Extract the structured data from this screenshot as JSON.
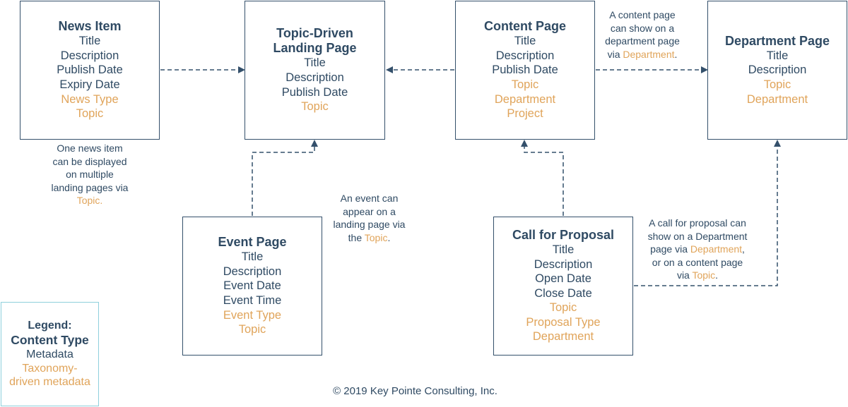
{
  "boxes": {
    "news_item": {
      "title": "News Item",
      "metadata": [
        "Title",
        "Description",
        "Publish Date",
        "Expiry Date"
      ],
      "taxonomy": [
        "News Type",
        "Topic"
      ]
    },
    "topic_landing": {
      "title_line1": "Topic-Driven",
      "title_line2": "Landing Page",
      "metadata": [
        "Title",
        "Description",
        "Publish Date"
      ],
      "taxonomy": [
        "Topic"
      ]
    },
    "content_page": {
      "title": "Content Page",
      "metadata": [
        "Title",
        "Description",
        "Publish Date"
      ],
      "taxonomy": [
        "Topic",
        "Department",
        "Project"
      ]
    },
    "department_page": {
      "title": "Department Page",
      "metadata": [
        "Title",
        "Description"
      ],
      "taxonomy": [
        "Topic",
        "Department"
      ]
    },
    "event_page": {
      "title": "Event Page",
      "metadata": [
        "Title",
        "Description",
        "Event Date",
        "Event Time"
      ],
      "taxonomy": [
        "Event Type",
        "Topic"
      ]
    },
    "call_for_proposal": {
      "title": "Call for Proposal",
      "metadata": [
        "Title",
        "Description",
        "Open Date",
        "Close Date"
      ],
      "taxonomy": [
        "Topic",
        "Proposal Type",
        "Department"
      ]
    }
  },
  "notes": {
    "news": {
      "lines": [
        "One news item",
        "can be displayed",
        "on multiple",
        "landing pages via"
      ],
      "tax": "Topic."
    },
    "event": {
      "lines": [
        "An event can",
        "appear on a",
        "landing page via"
      ],
      "prefix": "the ",
      "tax": "Topic",
      "suffix": "."
    },
    "content": {
      "lines": [
        "A content page",
        "can show on a",
        "department page"
      ],
      "prefix": "via ",
      "tax": "Department",
      "suffix": "."
    },
    "proposal": {
      "line1": "A call for proposal can",
      "line2": "show on a Department",
      "line3_prefix": "page via ",
      "line3_tax": "Department",
      "line3_suffix": ",",
      "line4": "or on a content page",
      "line5_prefix": "via ",
      "line5_tax": "Topic",
      "line5_suffix": "."
    }
  },
  "legend": {
    "heading": "Legend:",
    "content_type": "Content Type",
    "metadata": "Metadata",
    "taxonomy_line1": "Taxonomy-",
    "taxonomy_line2": "driven metadata"
  },
  "colors": {
    "metadata": "#2f4a63",
    "taxonomy": "#e0a45a",
    "border": "#34506b",
    "legend_border": "#8fd0dc"
  },
  "copyright": "© 2019 Key Pointe Consulting, Inc."
}
